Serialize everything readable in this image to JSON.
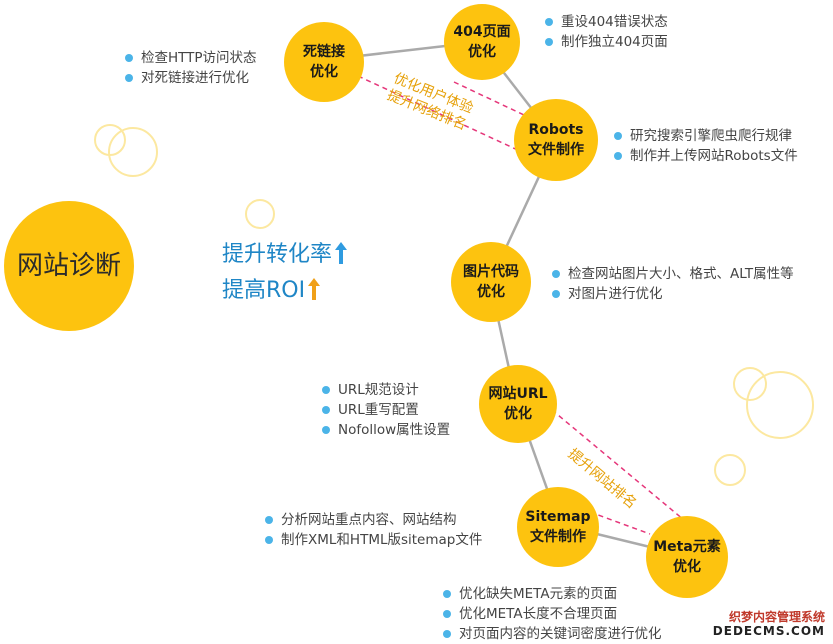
{
  "main_node": "网站诊断",
  "headline": {
    "line1": "提升转化率",
    "line2": "提高ROI"
  },
  "nodes": {
    "dead_links": {
      "line1": "死链接",
      "line2": "优化"
    },
    "page404": {
      "line1": "404页面",
      "line2": "优化"
    },
    "robots": {
      "line1": "Robots",
      "line2": "文件制作"
    },
    "image_code": {
      "line1": "图片代码",
      "line2": "优化"
    },
    "url": {
      "line1": "网站URL",
      "line2": "优化"
    },
    "sitemap": {
      "line1": "Sitemap",
      "line2": "文件制作"
    },
    "meta": {
      "line1": "Meta元素",
      "line2": "优化"
    }
  },
  "bullets": {
    "dead_links": [
      "检查HTTP访问状态",
      "对死链接进行优化"
    ],
    "page404": [
      "重设404错误状态",
      "制作独立404页面"
    ],
    "robots": [
      "研究搜索引擎爬虫爬行规律",
      "制作并上传网站Robots文件"
    ],
    "image_code": [
      "检查网站图片大小、格式、ALT属性等",
      "对图片进行优化"
    ],
    "url": [
      "URL规范设计",
      "URL重写配置",
      "Nofollow属性设置"
    ],
    "sitemap": [
      "分析网站重点内容、网站结构",
      "制作XML和HTML版sitemap文件"
    ],
    "meta": [
      "优化缺失META元素的页面",
      "优化META长度不合理页面",
      "对页面内容的关键词密度进行优化"
    ]
  },
  "slogans": {
    "top_line1": "优化用户体验",
    "top_line2": "提升网络排名",
    "bottom": "提升网站排名"
  },
  "watermark": {
    "line1": "织梦内容管理系统",
    "line2": "DEDECMS.COM"
  },
  "colors": {
    "node": "#fdc30f",
    "bullet": "#4bb4e8",
    "headline": "#1f86c6",
    "slogan": "#e6a10a",
    "dashed_link": "#e5367a",
    "connector": "#aaaaaa"
  }
}
